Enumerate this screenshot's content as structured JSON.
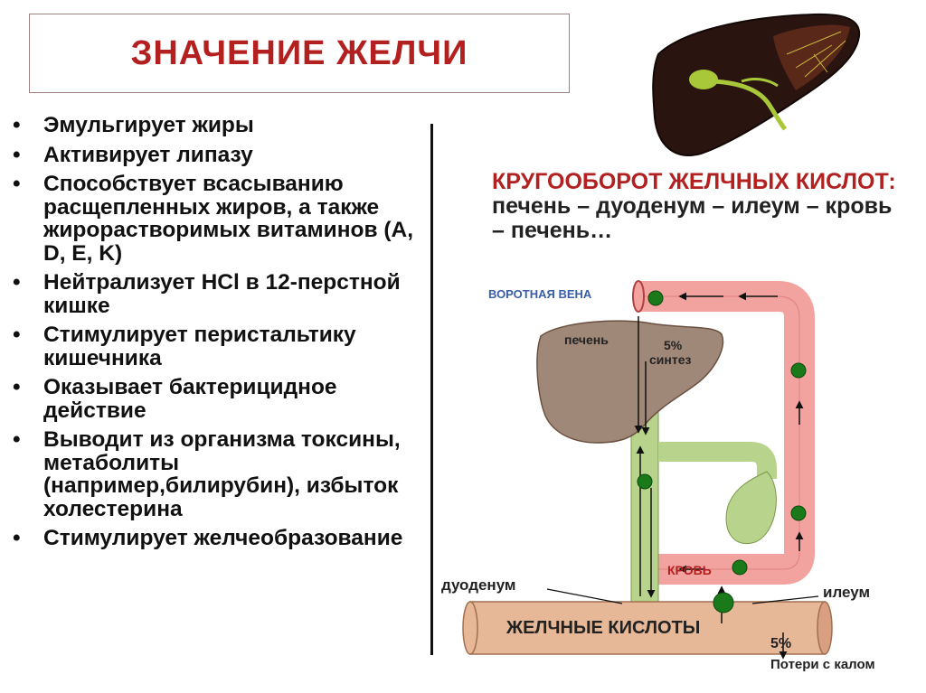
{
  "title": "ЗНАЧЕНИЕ ЖЕЛЧИ",
  "bullets": [
    "Эмульгирует жиры",
    "Активирует липазу",
    "Способствует всасыванию расщепленных жиров, а также жирорастворимых витаминов (А, D, E, K)",
    "Нейтрализует HCl в 12-перстной кишке",
    "Стимулирует перистальтику кишечника",
    "Оказывает бактерицидное действие",
    "Выводит из организма токсины, метаболиты (например,билирубин), избыток холестерина",
    "Стимулирует желчеобразование"
  ],
  "cycle": {
    "heading": "КРУГООБОРОТ ЖЕЛЧНЫХ КИСЛОТ:",
    "text": " печень – дуоденум – илеум – кровь – печень…"
  },
  "diagram": {
    "portal_vein": "ВОРОТНАЯ ВЕНА",
    "liver": "печень",
    "percent_top": "5%",
    "synthesis": "синтез",
    "blood": "КРОВЬ",
    "duodenum": "дуоденум",
    "ileum": "илеум",
    "bile_acids": "ЖЕЛЧНЫЕ КИСЛОТЫ",
    "percent_bottom": "5%",
    "feces_loss": "Потери с калом"
  },
  "colors": {
    "title_red": "#b32020",
    "vessel_pink": "#f2a3a0",
    "duct_green": "#b8d48c",
    "liver_brown": "#a08878",
    "intestine_tan": "#e6b898",
    "dot_green": "#1a7a1a",
    "portal_blue": "#3a5ea8"
  }
}
